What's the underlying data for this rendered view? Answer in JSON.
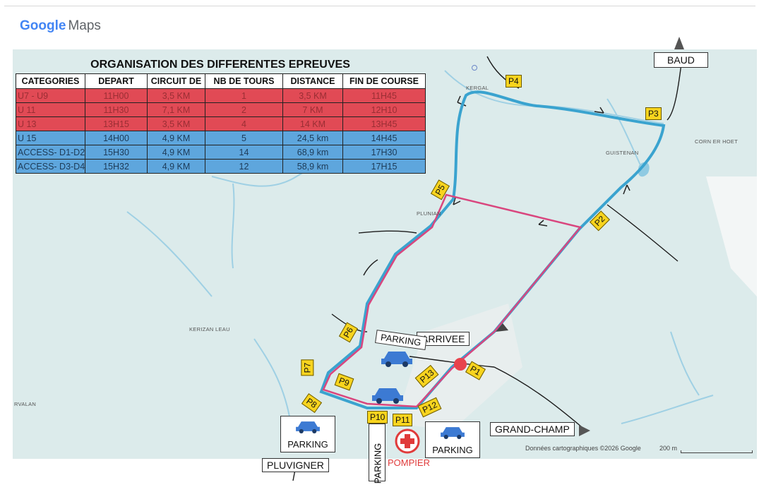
{
  "brand": {
    "google": "Google",
    "maps": "Maps"
  },
  "schedule": {
    "title": "ORGANISATION DES DIFFERENTES EPREUVES",
    "headers": [
      "CATEGORIES",
      "DEPART",
      "CIRCUIT DE",
      "NB DE TOURS",
      "DISTANCE",
      "FIN DE COURSE"
    ],
    "rows": [
      {
        "style": "red",
        "cells": [
          "U7 - U9",
          "11H00",
          "3,5 KM",
          "1",
          "3,5 KM",
          "11H45"
        ]
      },
      {
        "style": "red",
        "cells": [
          "U 11",
          "11H30",
          "7,1 KM",
          "2",
          "7 KM",
          "12H10"
        ]
      },
      {
        "style": "red",
        "cells": [
          "U 13",
          "13H15",
          "3,5 KM",
          "4",
          "14 KM",
          "13H45"
        ]
      },
      {
        "style": "blue",
        "cells": [
          "U 15",
          "14H00",
          "4,9 KM",
          "5",
          "24,5 km",
          "14H45"
        ]
      },
      {
        "style": "blue",
        "cells": [
          "ACCESS- D1-D2",
          "15H30",
          "4,9 KM",
          "14",
          "68,9 km",
          "17H30"
        ]
      },
      {
        "style": "blue",
        "cells": [
          "ACCESS- D3-D4",
          "15H32",
          "4,9 KM",
          "12",
          "58,9 km",
          "17H15"
        ]
      }
    ]
  },
  "labels": {
    "baud": "BAUD",
    "arrivee": "ARRIVEE",
    "parking_top": "PARKING",
    "grand_champ": "GRAND-CHAMP",
    "pluvigner": "PLUVIGNER",
    "parking": "PARKING",
    "pompier": "POMPIER"
  },
  "points": {
    "p1": "P1",
    "p2": "P2",
    "p3": "P3",
    "p4": "P4",
    "p5": "P5",
    "p6": "P6",
    "p7": "P7",
    "p8": "P8",
    "p9": "P9",
    "p10": "P10",
    "p11": "P11",
    "p12": "P12",
    "p13": "P13"
  },
  "places": {
    "kergal": "KERGAL",
    "guistenan": "GUISTENAN",
    "corn_er_hoet": "CORN ER HOET",
    "plunian": "PLUNIAN",
    "kerizan_leau": "KERIZAN LEAU",
    "rvalan": "RVALAN"
  },
  "footer": {
    "attribution": "Données cartographiques ©2026 Google",
    "scale": "200 m"
  },
  "colors": {
    "route_blue": "#3aa3cf",
    "route_pink": "#d9467e",
    "water": "#b7dcec",
    "land": "#d9e9e9",
    "table_red": "#e14a55",
    "table_blue": "#5ea6dd",
    "marker_yellow": "#f8d41e"
  }
}
